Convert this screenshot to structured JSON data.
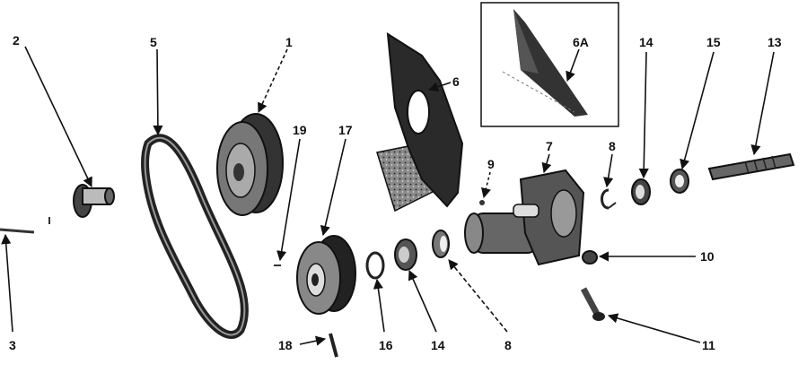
{
  "figure": {
    "labels": [
      {
        "id": "2",
        "text": "2"
      },
      {
        "id": "5",
        "text": "5"
      },
      {
        "id": "1",
        "text": "1"
      },
      {
        "id": "6",
        "text": "6"
      },
      {
        "id": "6A",
        "text": "6A"
      },
      {
        "id": "14a",
        "text": "14"
      },
      {
        "id": "15",
        "text": "15"
      },
      {
        "id": "13",
        "text": "13"
      },
      {
        "id": "19",
        "text": "19"
      },
      {
        "id": "17",
        "text": "17"
      },
      {
        "id": "7",
        "text": "7"
      },
      {
        "id": "8a",
        "text": "8"
      },
      {
        "id": "9",
        "text": "9"
      },
      {
        "id": "10",
        "text": "10"
      },
      {
        "id": "3",
        "text": "3"
      },
      {
        "id": "18",
        "text": "18"
      },
      {
        "id": "16",
        "text": "16"
      },
      {
        "id": "14b",
        "text": "14"
      },
      {
        "id": "8b",
        "text": "8"
      },
      {
        "id": "11",
        "text": "11"
      }
    ]
  }
}
